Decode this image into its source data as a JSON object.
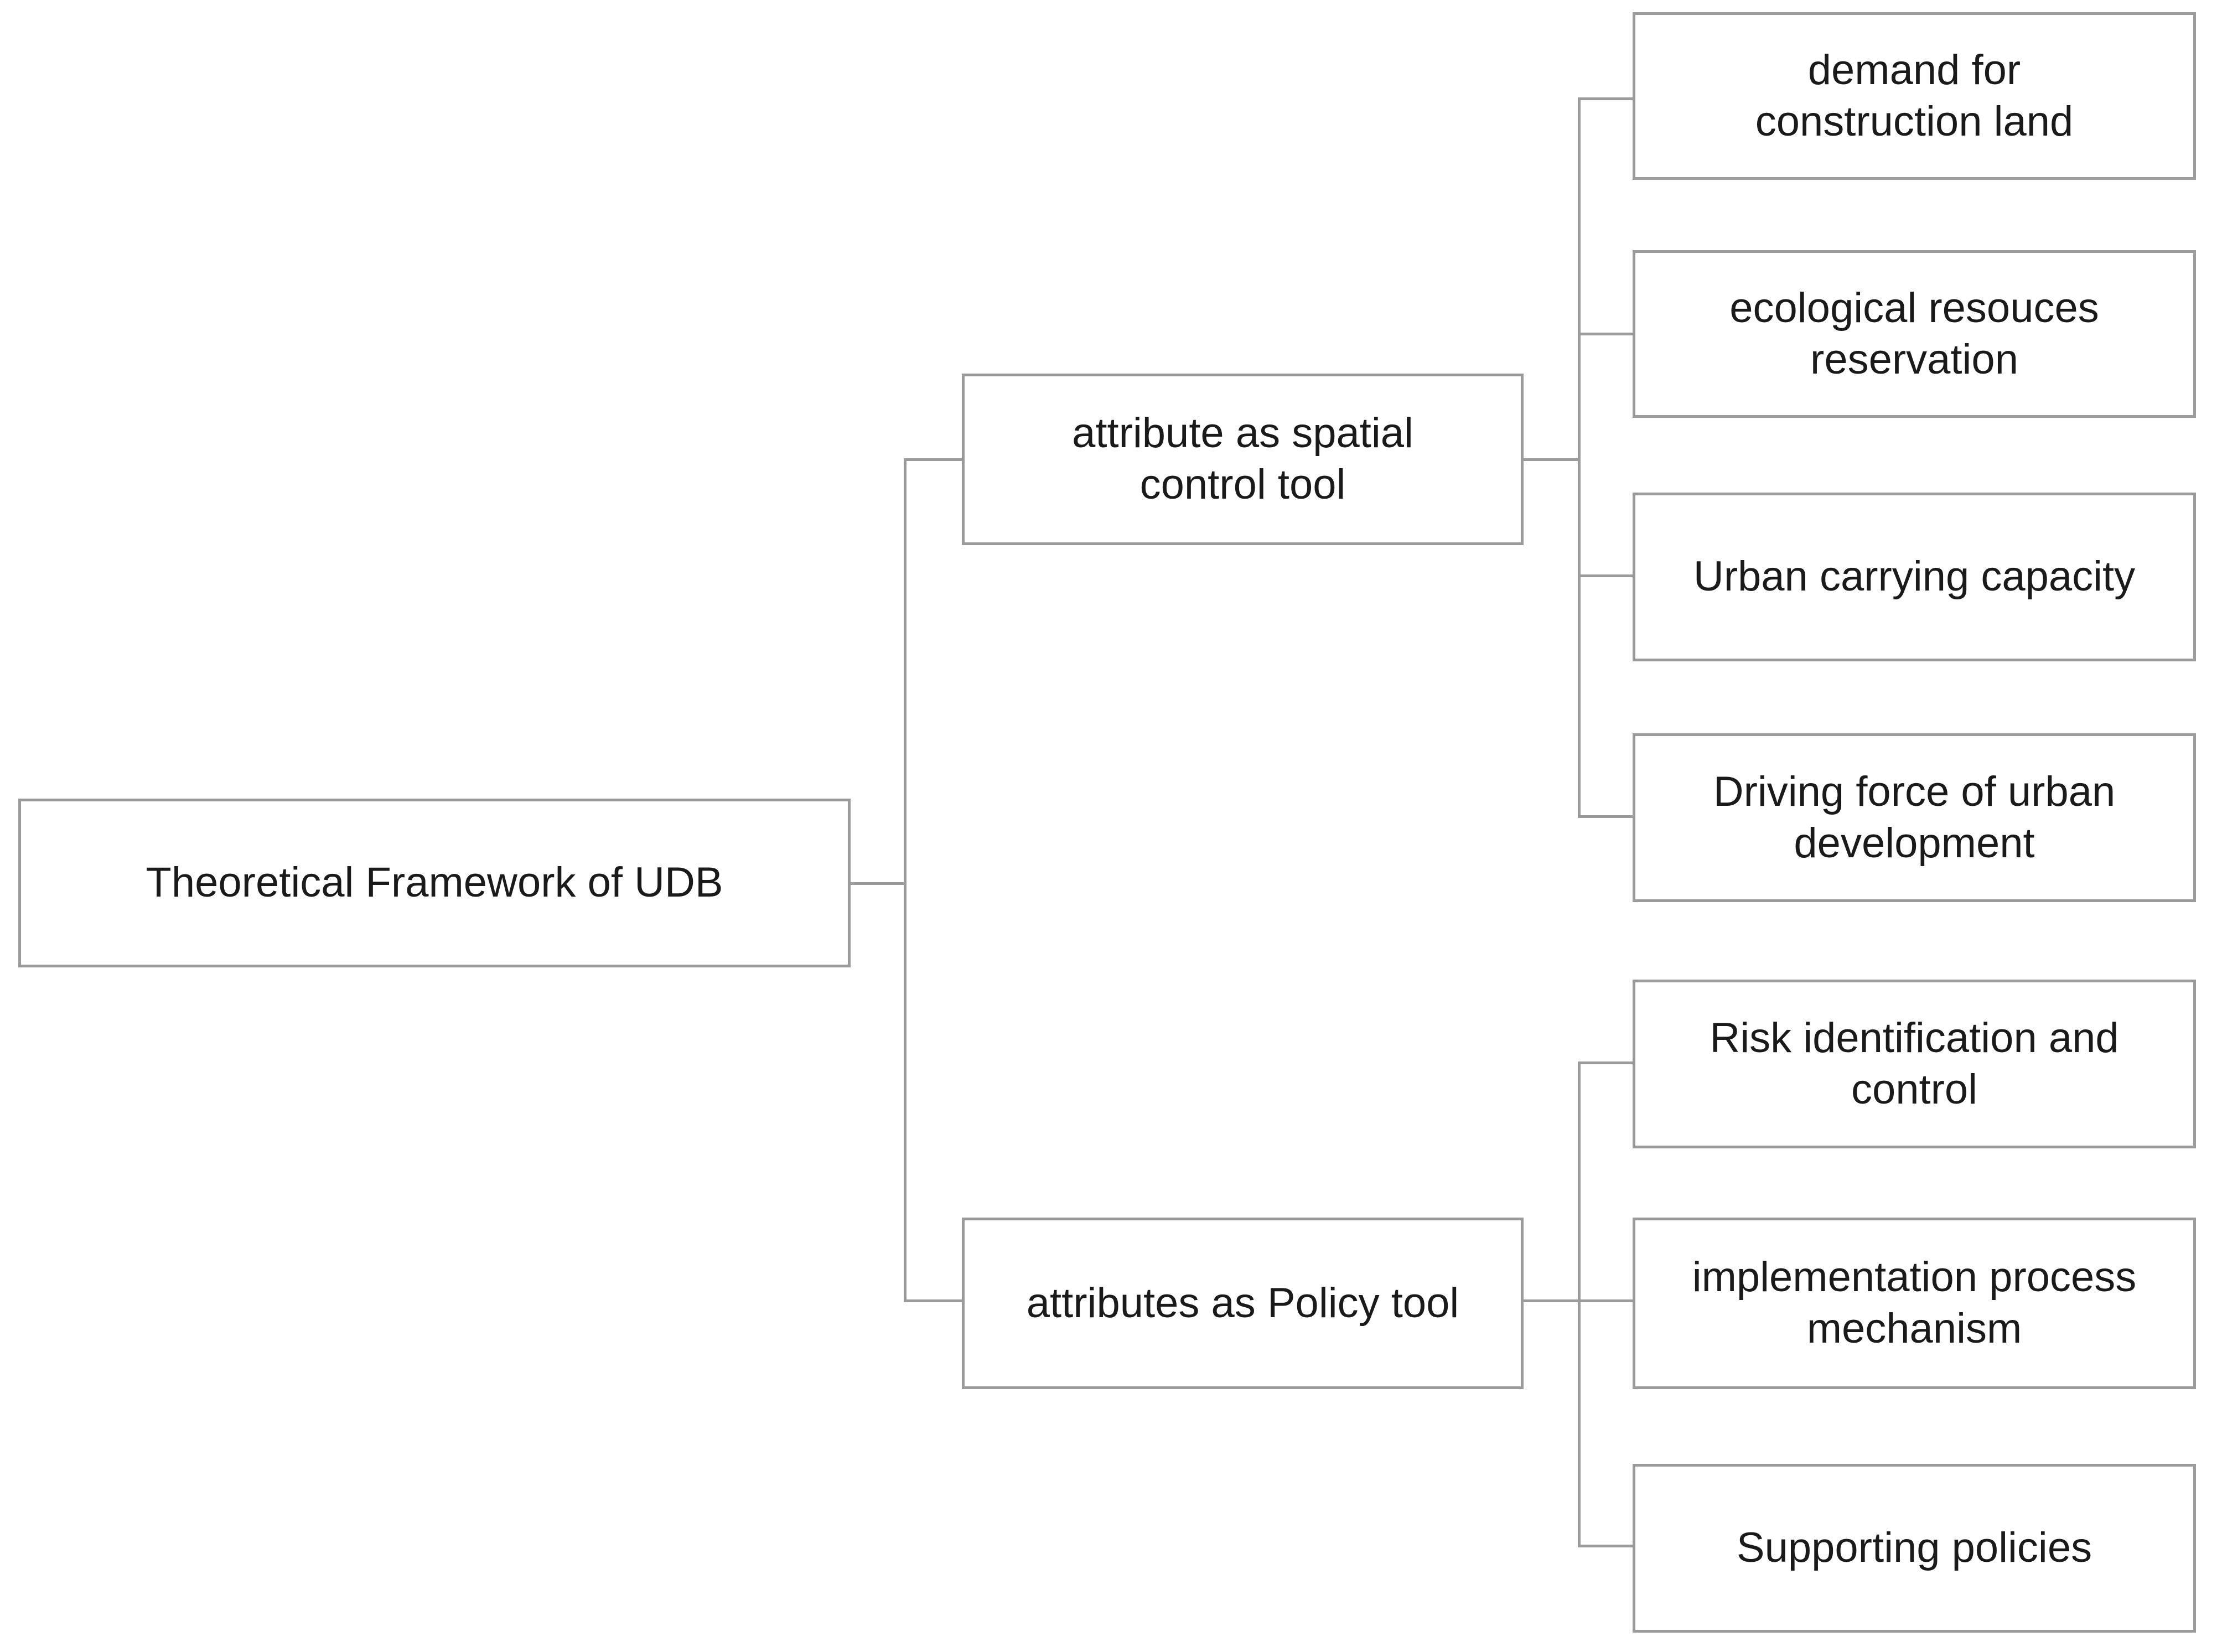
{
  "diagram": {
    "type": "tree",
    "orientation": "left-to-right",
    "title": "Theoretical Framework of UDB",
    "style": {
      "box_border_color": "#9b9b9b",
      "box_fill_color": "#ffffff",
      "connector_color": "#9b9b9b",
      "text_color": "#1a1a1a",
      "background_color": "#ffffff"
    },
    "root": {
      "label": "Theoretical Framework of UDB"
    },
    "branches": [
      {
        "label": "attribute as spatial\ncontrol tool",
        "children": [
          {
            "label": "demand for\nconstruction land"
          },
          {
            "label": "ecological resouces\nreservation"
          },
          {
            "label": "Urban carrying capacity"
          },
          {
            "label": "Driving force of urban\ndevelopment"
          }
        ]
      },
      {
        "label": "attributes as Policy tool",
        "children": [
          {
            "label": "Risk identification and\ncontrol"
          },
          {
            "label": "implementation process\nmechanism"
          },
          {
            "label": "Supporting policies"
          }
        ]
      }
    ]
  }
}
